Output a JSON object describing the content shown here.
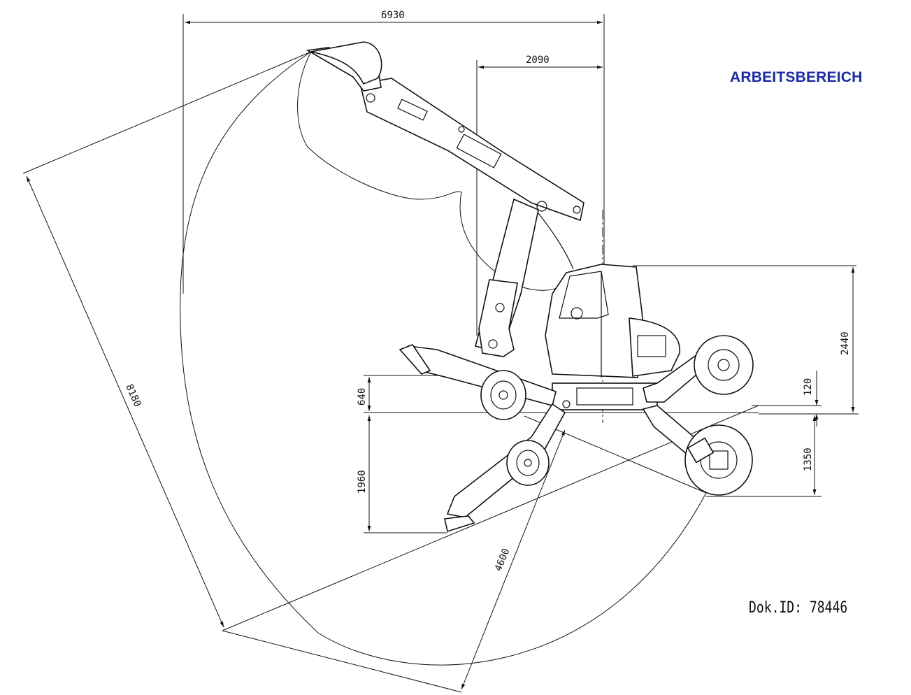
{
  "header": {
    "title": "ARBEITSBEREICH"
  },
  "document": {
    "id_label": "Dok.ID: 78446"
  },
  "dimensions": {
    "total_reach_width": "6930",
    "front_offset": "2090",
    "max_reach_radius": "8180",
    "cab_height": "2440",
    "upper_clearance": "640",
    "ground_gap": "120",
    "rear_wheel_drop": "1350",
    "dig_depth": "1960",
    "inner_reach": "4600"
  },
  "colors": {
    "title": "#1a2aa8",
    "lines": "#111111"
  }
}
